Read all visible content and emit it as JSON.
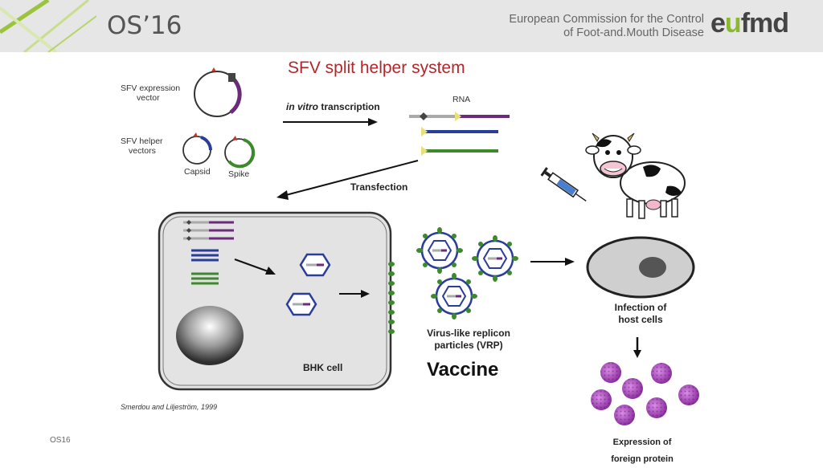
{
  "header": {
    "logo_text": "OS’16",
    "org_line1": "European Commission for the Control",
    "org_line2": "of Foot-and.Mouth Disease",
    "brand_pre": "e",
    "brand_o": "u",
    "brand_post": "fmd"
  },
  "title": "SFV split helper system",
  "labels": {
    "expression_vector": [
      "SFV expression",
      "vector"
    ],
    "helper_vectors": [
      "SFV helper",
      "vectors"
    ],
    "capsid": "Capsid",
    "spike": "Spike",
    "transcription_prefix": "in vitro",
    "transcription_suffix": " transcription",
    "rna": "RNA",
    "transfection": "Transfection",
    "bhk_cell": "BHK cell",
    "vrp": [
      "Virus-like replicon",
      "particles (VRP)"
    ],
    "vaccine": "Vaccine",
    "infection": [
      "Infection of",
      "host cells"
    ],
    "expression": [
      "Expression of",
      "foreign protein"
    ]
  },
  "citation": "Smerdou and Liljeström, 1999",
  "footer": "OS16",
  "colors": {
    "title": "#b3262a",
    "purple": "#6b2a7a",
    "blue": "#2a3d9a",
    "green": "#3c8a2c",
    "protein": "#b04fc0"
  }
}
